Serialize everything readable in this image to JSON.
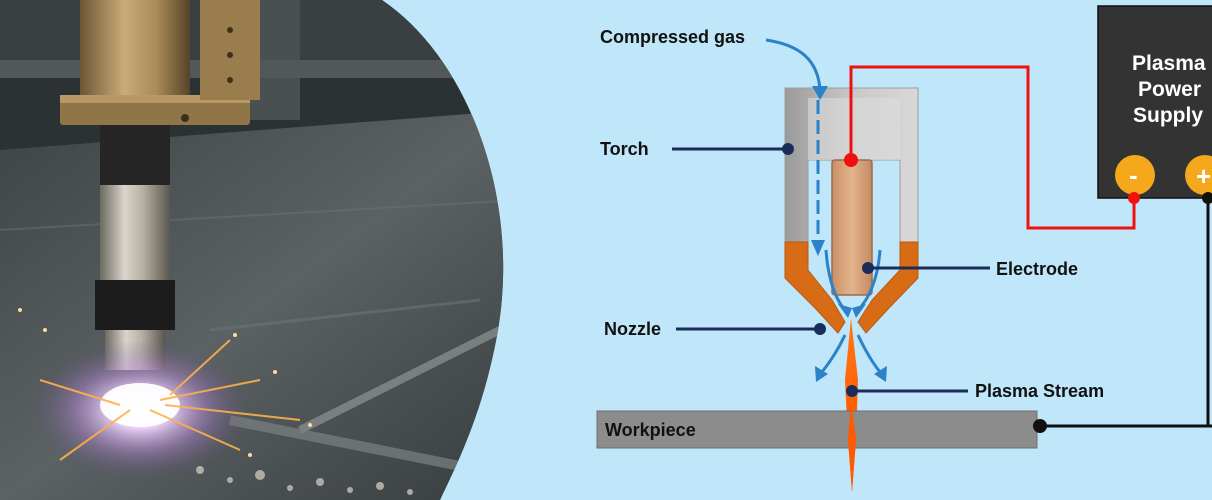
{
  "photo": {
    "subject": "CNC plasma cutting torch cutting a steel sheet with sparks"
  },
  "diagram": {
    "labels": {
      "compressed_gas": "Compressed gas",
      "torch": "Torch",
      "electrode": "Electrode",
      "nozzle": "Nozzle",
      "plasma_stream": "Plasma Stream",
      "workpiece": "Workpiece"
    },
    "power_supply": {
      "line1": "Plasma",
      "line2": "Power",
      "line3": "Supply",
      "negative": "-",
      "positive": "+"
    }
  },
  "colors": {
    "background": "#bfe6f9",
    "torch_body": "#c8c8c8",
    "electrode": "#d9a77c",
    "nozzle": "#d86c16",
    "gas_arrows": "#2b82c9",
    "leader_lines": "#1a2d5a",
    "red_wire": "#f01010",
    "black_wire": "#111111",
    "workpiece": "#8c8c8c",
    "power_supply": "#333333",
    "terminal": "#f5a81c",
    "plasma": "#ff5a00"
  },
  "icons": [
    "arrow-icon"
  ]
}
